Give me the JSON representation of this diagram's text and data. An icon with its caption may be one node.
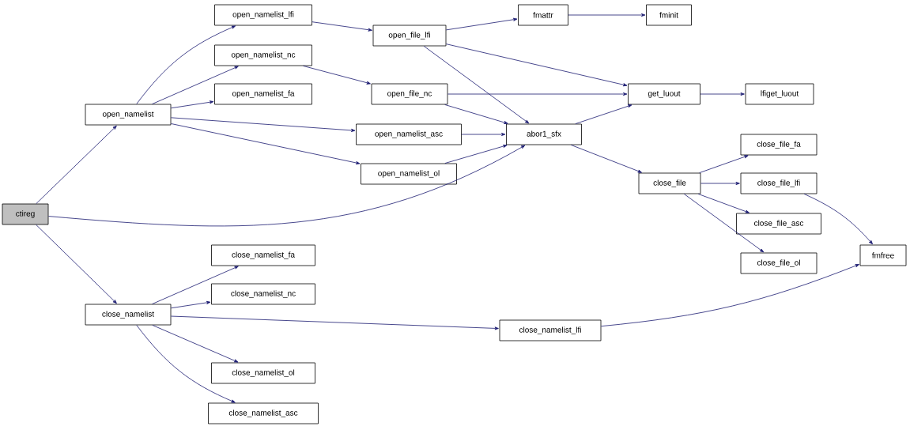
{
  "diagram": {
    "nodes": [
      {
        "text": [
          "ctireg"
        ]
      },
      {
        "text": [
          "open_namelist"
        ]
      },
      {
        "text": [
          "close_namelist"
        ]
      },
      {
        "text": [
          "open_namelist_lfi"
        ]
      },
      {
        "text": [
          "open_namelist_nc"
        ]
      },
      {
        "text": [
          "open_namelist_fa"
        ]
      },
      {
        "text": [
          "open_namelist_asc"
        ]
      },
      {
        "text": [
          "open_namelist_ol"
        ]
      },
      {
        "text": [
          "open_file_lfi"
        ]
      },
      {
        "text": [
          "open_file_nc"
        ]
      },
      {
        "text": [
          "abor1_sfx"
        ]
      },
      {
        "text": [
          "fmattr"
        ]
      },
      {
        "text": [
          "fminit"
        ]
      },
      {
        "text": [
          "get_luout"
        ]
      },
      {
        "text": [
          "lfiget_luout"
        ]
      },
      {
        "text": [
          "close_file"
        ]
      },
      {
        "text": [
          "close_file_fa"
        ]
      },
      {
        "text": [
          "close_file_lfi"
        ]
      },
      {
        "text": [
          "close_file_asc"
        ]
      },
      {
        "text": [
          "close_file_ol"
        ]
      },
      {
        "text": [
          "fmfree"
        ]
      },
      {
        "text": [
          "close_namelist_fa"
        ]
      },
      {
        "text": [
          "close_namelist_nc"
        ]
      },
      {
        "text": [
          "close_namelist_lfi"
        ]
      },
      {
        "text": [
          "close_namelist_ol"
        ]
      },
      {
        "text": [
          "close_namelist_asc"
        ]
      }
    ],
    "edges": [
      {
        "from": 0,
        "to": 1,
        "arrow": "to"
      },
      {
        "from": 0,
        "to": 10,
        "arrow": "to"
      },
      {
        "from": 0,
        "to": 2,
        "arrow": "to"
      },
      {
        "from": 1,
        "to": 3,
        "arrow": "to"
      },
      {
        "from": 1,
        "to": 4,
        "arrow": "to"
      },
      {
        "from": 1,
        "to": 5,
        "arrow": "to"
      },
      {
        "from": 1,
        "to": 6,
        "arrow": "to"
      },
      {
        "from": 1,
        "to": 7,
        "arrow": "to"
      },
      {
        "from": 3,
        "to": 8,
        "arrow": "to"
      },
      {
        "from": 4,
        "to": 9,
        "arrow": "to"
      },
      {
        "from": 8,
        "to": 11,
        "arrow": "to"
      },
      {
        "from": 11,
        "to": 12,
        "arrow": "to"
      },
      {
        "from": 8,
        "to": 13,
        "arrow": "to"
      },
      {
        "from": 8,
        "to": 10,
        "arrow": "to"
      },
      {
        "from": 9,
        "to": 13,
        "arrow": "to"
      },
      {
        "from": 9,
        "to": 10,
        "arrow": "to"
      },
      {
        "from": 6,
        "to": 10,
        "arrow": "to"
      },
      {
        "from": 7,
        "to": 10,
        "arrow": "to"
      },
      {
        "from": 10,
        "to": 13,
        "arrow": "to"
      },
      {
        "from": 13,
        "to": 14,
        "arrow": "to"
      },
      {
        "from": 10,
        "to": 15,
        "arrow": "to"
      },
      {
        "from": 15,
        "to": 16,
        "arrow": "to"
      },
      {
        "from": 15,
        "to": 17,
        "arrow": "to"
      },
      {
        "from": 15,
        "to": 18,
        "arrow": "to"
      },
      {
        "from": 15,
        "to": 19,
        "arrow": "to"
      },
      {
        "from": 17,
        "to": 20,
        "arrow": "to"
      },
      {
        "from": 2,
        "to": 21,
        "arrow": "to"
      },
      {
        "from": 2,
        "to": 22,
        "arrow": "to"
      },
      {
        "from": 2,
        "to": 23,
        "arrow": "to"
      },
      {
        "from": 2,
        "to": 24,
        "arrow": "to"
      },
      {
        "from": 2,
        "to": 25,
        "arrow": "to"
      },
      {
        "from": 23,
        "to": 20,
        "arrow": "to"
      }
    ]
  }
}
